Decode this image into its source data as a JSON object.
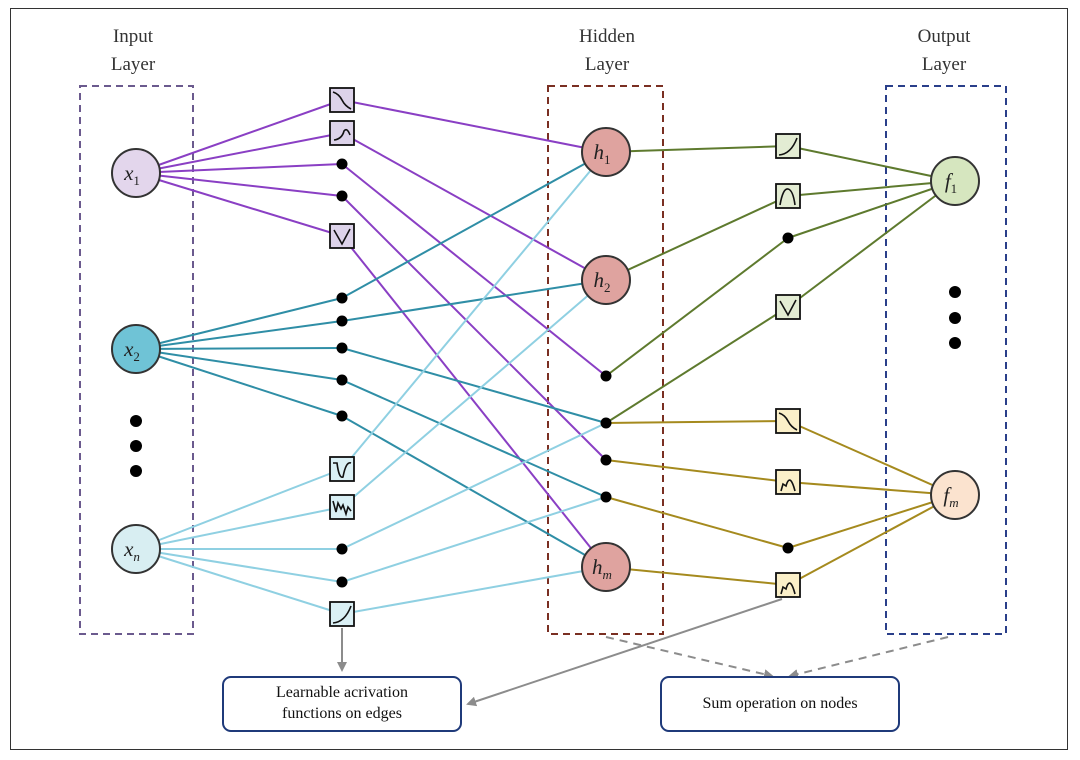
{
  "layers": {
    "input": {
      "line1": "Input",
      "line2": "Layer"
    },
    "hidden": {
      "line1": "Hidden",
      "line2": "Layer"
    },
    "output": {
      "line1": "Output",
      "line2": "Layer"
    }
  },
  "nodes": {
    "input": [
      {
        "base": "x",
        "sub": "1",
        "fill": "#e3d6ec"
      },
      {
        "base": "x",
        "sub": "2",
        "fill": "#6fc3d6"
      },
      {
        "base": "x",
        "sub": "n",
        "fill": "#d8eef2"
      }
    ],
    "hidden": [
      {
        "base": "h",
        "sub": "1",
        "fill": "#dfa39f"
      },
      {
        "base": "h",
        "sub": "2",
        "fill": "#dfa39f"
      },
      {
        "base": "h",
        "sub": "m",
        "fill": "#dfa39f"
      }
    ],
    "output": [
      {
        "base": "f",
        "sub": "1",
        "fill": "#d6e6bf"
      },
      {
        "base": "f",
        "sub": "m",
        "fill": "#fbe3cf"
      }
    ]
  },
  "annotations": {
    "edges_line1": "Learnable acrivation",
    "edges_line2": "functions on edges",
    "nodes": "Sum operation on nodes"
  },
  "colors": {
    "x1_edges": "#8a3fc4",
    "x2_edges": "#2f8ea6",
    "xn_edges": "#8fd0e2",
    "h1_edges": "#5e7a2e",
    "h2_edges": "#5e7a2e",
    "hm_edges": "#a58a1e",
    "input_box": "#6b5a8e",
    "hidden_box": "#7a2f22",
    "output_box": "#2a3f8a",
    "annotation_border": "#1f3a7a",
    "arrow": "#8c8c8c"
  },
  "icons": {
    "activation_glyph": "activation-function-icon",
    "ellipsis": "vertical-ellipsis-icon"
  }
}
